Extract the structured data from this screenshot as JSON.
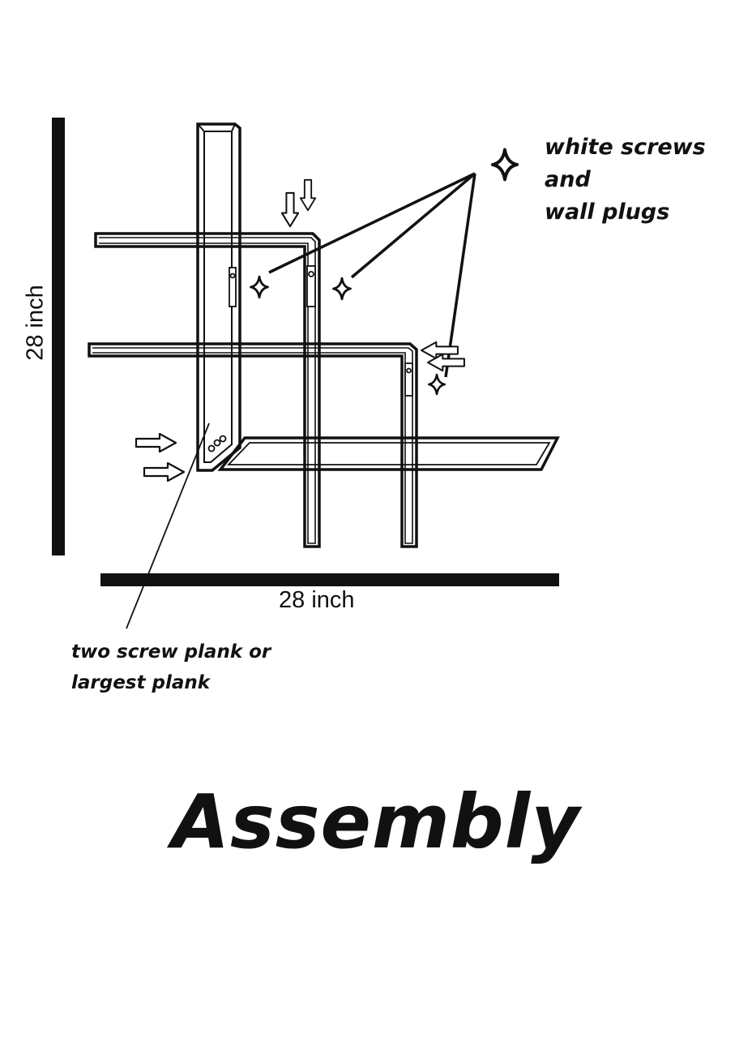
{
  "title": "Assembly",
  "dimensions": {
    "height": "28 inch",
    "width": "28 inch"
  },
  "callouts": {
    "screws_line1": "white screws and",
    "screws_line2": "wall plugs",
    "plank_line1": "two screw plank or",
    "plank_line2": "largest plank"
  },
  "icons": {
    "screw": "four-point-star-icon",
    "arrow": "hollow-arrow-icon"
  },
  "colors": {
    "ink": "#111111",
    "background": "#ffffff"
  }
}
